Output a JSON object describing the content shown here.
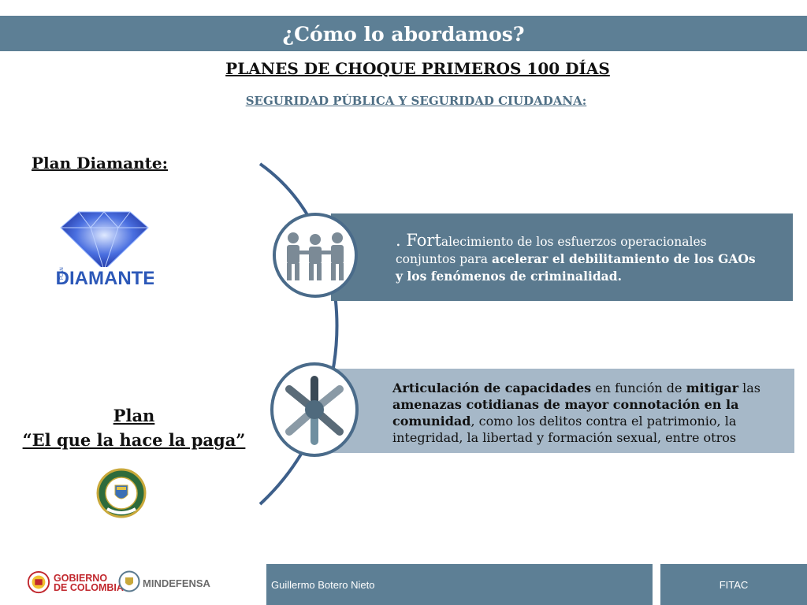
{
  "header": {
    "title": "¿Cómo lo abordamos?"
  },
  "main": {
    "heading": "PLANES DE CHOQUE PRIMEROS 100 DÍAS",
    "subheading": "SEGURIDAD PÚBLICA Y SEGURIDAD CIUDADANA:"
  },
  "plans": {
    "diamante": {
      "label": "Plan Diamante:",
      "logo_text": "DIAMANTE",
      "logo_small_text": "PLAN"
    },
    "paga": {
      "label_line1": "Plan",
      "label_line2": "“El que la hace la paga”"
    }
  },
  "items": [
    {
      "icon": "police-arrest-icon",
      "text_big": ". Fort",
      "text_rest": "alecimiento de los esfuerzos operacionales conjuntos para ",
      "text_bold": "acelerar el debilitamiento de los GAOs y los fenómenos de criminalidad."
    },
    {
      "icon": "joined-hands-icon",
      "bold_1": "Articulación de capacidades",
      "normal_1": " en función de ",
      "bold_2": "mitigar",
      "normal_2": " las ",
      "bold_3": "amenazas cotidianas de mayor connotación en la comunidad",
      "normal_3": ", como los delitos contra el patrimonio, la integridad, la libertad y formación sexual, entre otros"
    }
  ],
  "footer": {
    "gov_line1": "GOBIERNO",
    "gov_line2": "DE COLOMBIA",
    "mindefensa": "MINDEFENSA",
    "author": "Guillermo Botero Nieto",
    "org": "FITAC"
  },
  "colors": {
    "title_bar": "#5d7f95",
    "box_dark": "#5b7a8f",
    "box_light": "#a6b8c8",
    "arc": "#3d5f8a"
  }
}
